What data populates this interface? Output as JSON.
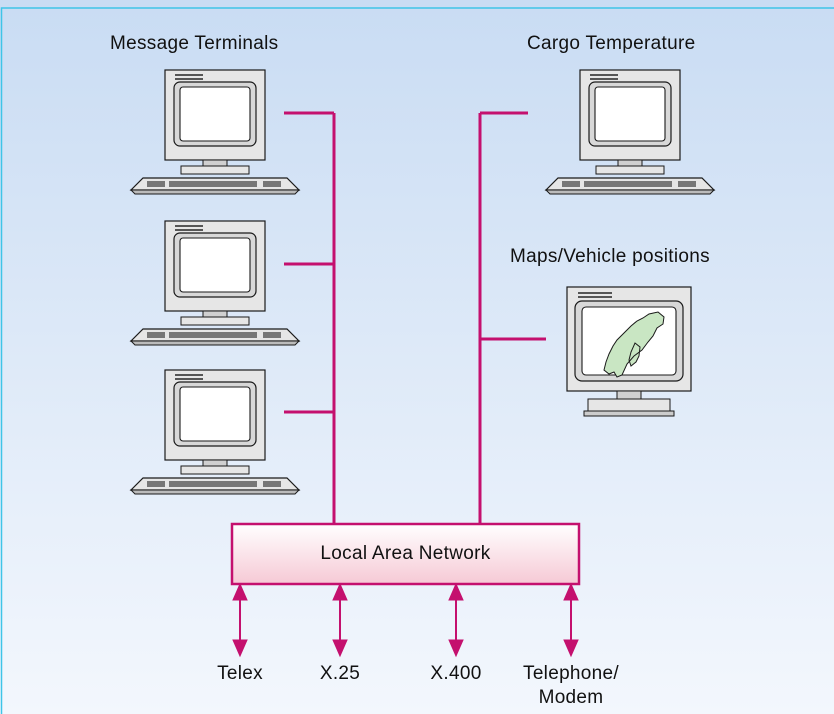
{
  "groups": {
    "message_terminals": "Message Terminals",
    "cargo_temperature": "Cargo Temperature",
    "maps_vehicle_positions": "Maps/Vehicle positions"
  },
  "network": {
    "label": "Local Area Network"
  },
  "connections": [
    {
      "line1": "Telex",
      "line2": ""
    },
    {
      "line1": "X.25",
      "line2": ""
    },
    {
      "line1": "X.400",
      "line2": ""
    },
    {
      "line1": "Telephone/",
      "line2": "Modem"
    }
  ],
  "colors": {
    "background_top": "#c9dcf3",
    "background_bottom": "#f3f7fd",
    "border": "#3fc4e8",
    "network_line": "#c4106e",
    "lan_fill_top": "#ffffff",
    "lan_fill_bottom": "#f6c9d5",
    "monitor_body": "#e6e6e6",
    "map_fill": "#c9e6c3"
  }
}
